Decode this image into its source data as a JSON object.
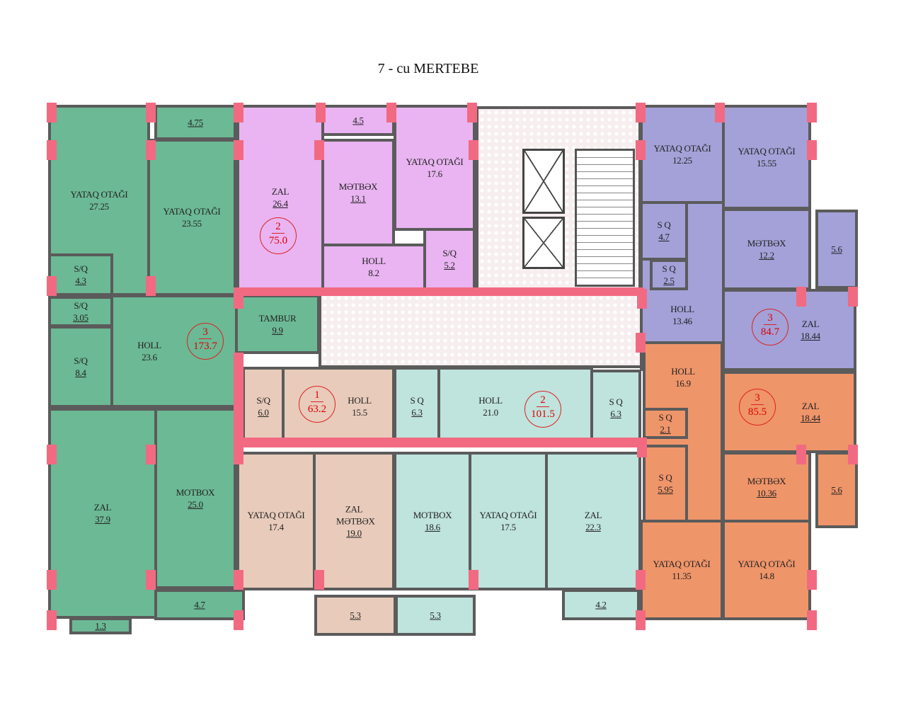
{
  "title": "7 - cu MERTEBE",
  "colors": {
    "green": "#6cb995",
    "pink": "#e9b4f1",
    "purple": "#a3a1d8",
    "orange": "#ef956a",
    "beige": "#e8cbbb",
    "cyan": "#bfe3dd",
    "column": "#f26a82",
    "wall": "#5b5b5b",
    "apartment_marker": "#d00000"
  },
  "rooms": [
    {
      "name": "YATAQ OTAĞI",
      "area": "27.25"
    },
    {
      "name": "",
      "area": "4.75"
    },
    {
      "name": "YATAQ OTAĞI",
      "area": "23.55"
    },
    {
      "name": "S/Q",
      "area": "4.3"
    },
    {
      "name": "S/Q",
      "area": "3.05"
    },
    {
      "name": "S/Q",
      "area": "8.4"
    },
    {
      "name": "HOLL",
      "area": "23.6"
    },
    {
      "name": "TAMBUR",
      "area": "9.9"
    },
    {
      "name": "ZAL",
      "area": "37.9"
    },
    {
      "name": "MOTBOX",
      "area": "25.0"
    },
    {
      "name": "",
      "area": "4.7"
    },
    {
      "name": "",
      "area": "1.3"
    },
    {
      "name": "ZAL",
      "area": "26.4"
    },
    {
      "name": "",
      "area": "4.5"
    },
    {
      "name": "MƏTBƏX",
      "area": "13.1"
    },
    {
      "name": "YATAQ OTAĞI",
      "area": "17.6"
    },
    {
      "name": "HOLL",
      "area": "8.2"
    },
    {
      "name": "S/Q",
      "area": "5.2"
    },
    {
      "name": "HOLL",
      "area": "13.46"
    },
    {
      "name": "YATAQ OTAĞI",
      "area": "12.25"
    },
    {
      "name": "YATAQ OTAĞI",
      "area": "15.55"
    },
    {
      "name": "S Q",
      "area": "4.7"
    },
    {
      "name": "S Q",
      "area": "2.5"
    },
    {
      "name": "MƏTBƏX",
      "area": "12.2"
    },
    {
      "name": "",
      "area": "5.6"
    },
    {
      "name": "ZAL",
      "area": "18.44"
    },
    {
      "name": "HOLL",
      "area": "16.9"
    },
    {
      "name": "S Q",
      "area": "2.1"
    },
    {
      "name": "S Q",
      "area": "5.95"
    },
    {
      "name": "ZAL",
      "area": "18.44"
    },
    {
      "name": "MƏTBƏX",
      "area": "10.36"
    },
    {
      "name": "",
      "area": "5.6"
    },
    {
      "name": "YATAQ OTAĞI",
      "area": "11.35"
    },
    {
      "name": "YATAQ OTAĞI",
      "area": "14.8"
    },
    {
      "name": "S/Q",
      "area": "6.0"
    },
    {
      "name": "HOLL",
      "area": "15.5"
    },
    {
      "name": "YATAQ OTAĞI",
      "area": "17.4"
    },
    {
      "name": "ZAL MƏTBƏX",
      "area": "19.0"
    },
    {
      "name": "",
      "area": "5.3"
    },
    {
      "name": "S Q",
      "area": "6.3"
    },
    {
      "name": "HOLL",
      "area": "21.0"
    },
    {
      "name": "S Q",
      "area": "6.3"
    },
    {
      "name": "MOTBOX",
      "area": "18.6"
    },
    {
      "name": "YATAQ OTAĞI",
      "area": "17.5"
    },
    {
      "name": "ZAL",
      "area": "22.3"
    },
    {
      "name": "",
      "area": "5.3"
    },
    {
      "name": "",
      "area": "4.2"
    }
  ],
  "apartments": [
    {
      "rooms": "3",
      "total": "173.7"
    },
    {
      "rooms": "2",
      "total": "75.0"
    },
    {
      "rooms": "3",
      "total": "84.7"
    },
    {
      "rooms": "3",
      "total": "85.5"
    },
    {
      "rooms": "1",
      "total": "63.2"
    },
    {
      "rooms": "2",
      "total": "101.5"
    }
  ]
}
